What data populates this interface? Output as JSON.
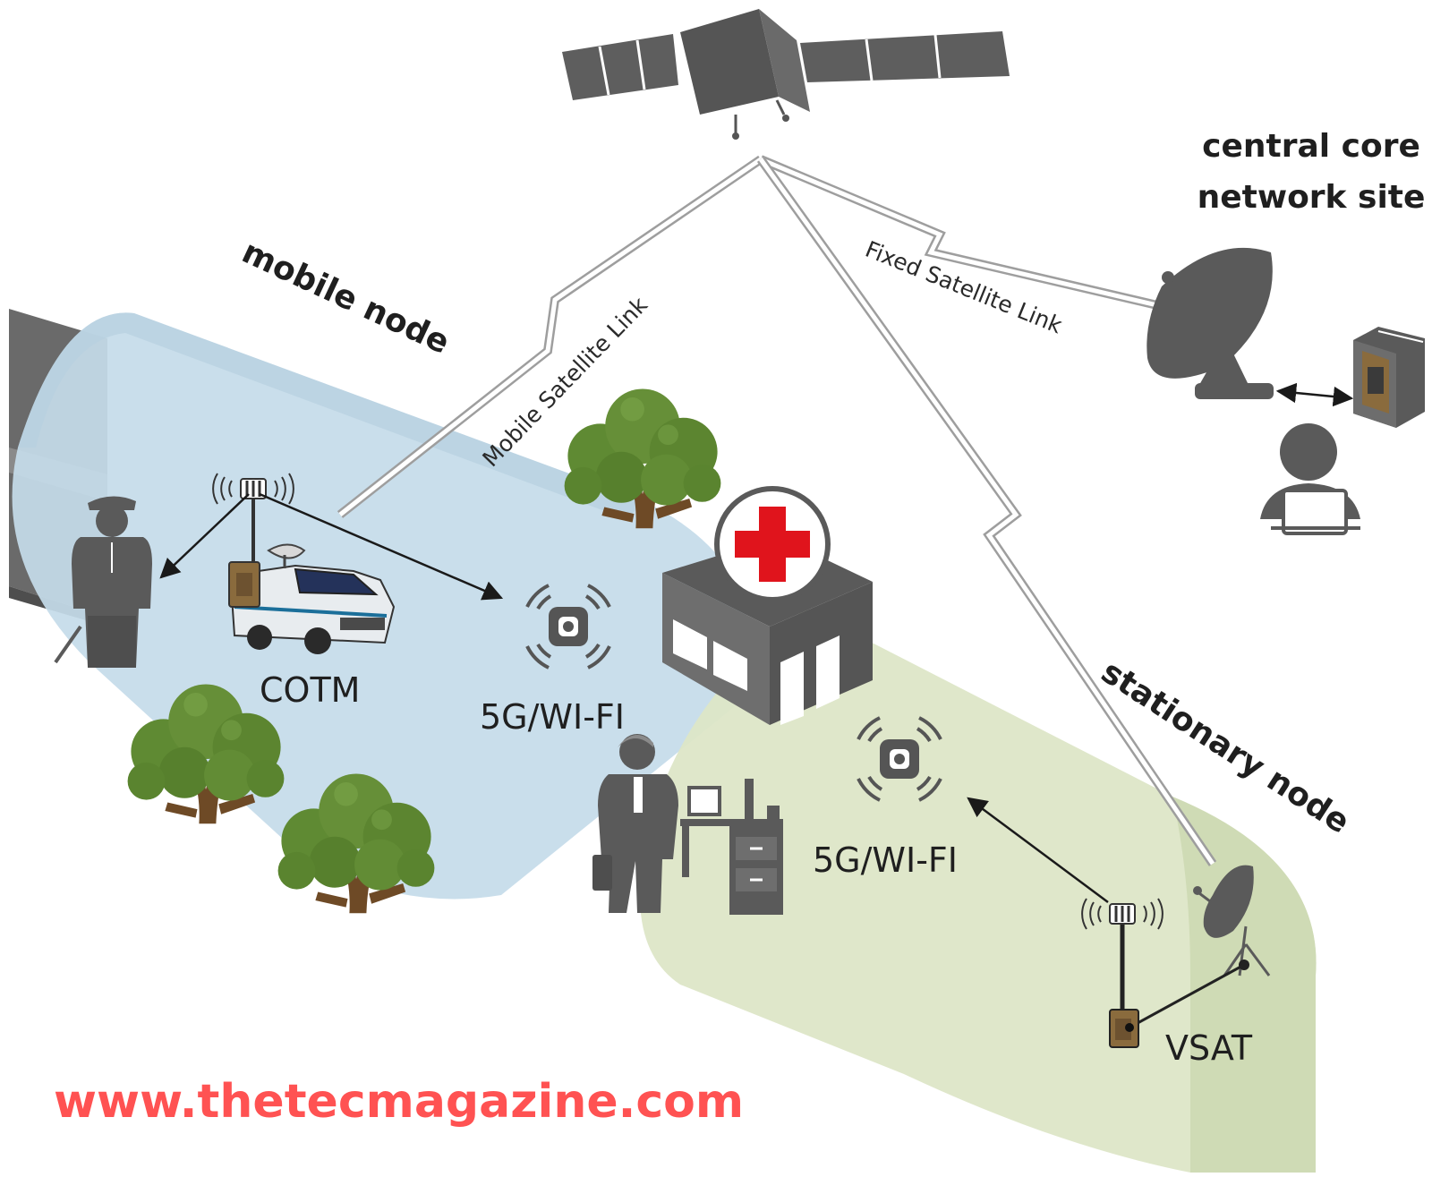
{
  "labels": {
    "central_core": [
      "central core",
      "network site"
    ],
    "fixed_link": "Fixed Satellite Link",
    "mobile_link": "Mobile Satellite Link",
    "mobile_node": "mobile node",
    "stationary_node": "stationary node",
    "cotm": "COTM",
    "wifi_mobile": "5G/WI-FI",
    "wifi_stationary": "5G/WI-FI",
    "vsat": "VSAT"
  },
  "watermark": "www.thetecmagazine.com",
  "colors": {
    "mobile_zone": "#c5dcea",
    "stationary_zone": "#dde6c7",
    "icon_gray": "#5a5a5a",
    "tree_green": "#5f8a33",
    "trunk_brown": "#6e4a26",
    "red_cross": "#e0141c",
    "watermark": "#ff5252",
    "link_stroke": "#9e9e9e"
  },
  "icons": [
    "satellite-icon",
    "dish-icon",
    "server-rack-icon",
    "operator-icon",
    "police-officer-icon",
    "cell-antenna-icon",
    "van-icon",
    "wifi-access-point-icon",
    "hospital-icon",
    "doctor-icon",
    "desk-icon",
    "tree-icon",
    "vsat-dish-icon"
  ]
}
